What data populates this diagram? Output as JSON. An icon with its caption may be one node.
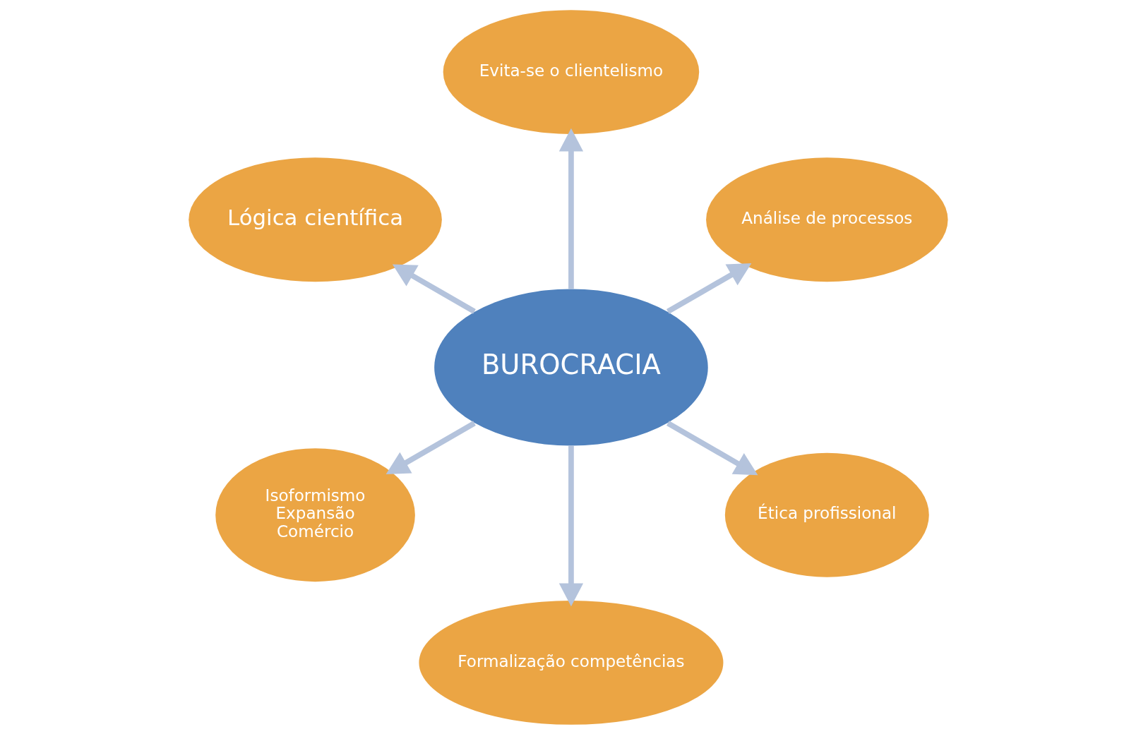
{
  "diagram": {
    "nodes": [
      {
        "text": [
          "Análise de processos"
        ]
      },
      {
        "text": [
          "Evita-se o clientelismo"
        ]
      },
      {
        "text": [
          "Lógica científica"
        ]
      },
      {
        "text": [
          "BUROCRACIA"
        ]
      },
      {
        "text": [
          "Isoformismo",
          "Expansão",
          "Comércio"
        ]
      },
      {
        "text": [
          "Formalização competências"
        ]
      },
      {
        "text": [
          "Ética profissional"
        ]
      }
    ],
    "edges": [
      {
        "from": 3,
        "to": 0,
        "arrow": "to"
      },
      {
        "from": 3,
        "to": 2,
        "arrow": "to"
      },
      {
        "from": 3,
        "to": 6,
        "arrow": "to"
      },
      {
        "from": 3,
        "to": 5,
        "arrow": "to"
      },
      {
        "from": 3,
        "to": 4,
        "arrow": "to"
      },
      {
        "from": 3,
        "to": 1,
        "arrow": "to"
      }
    ]
  }
}
